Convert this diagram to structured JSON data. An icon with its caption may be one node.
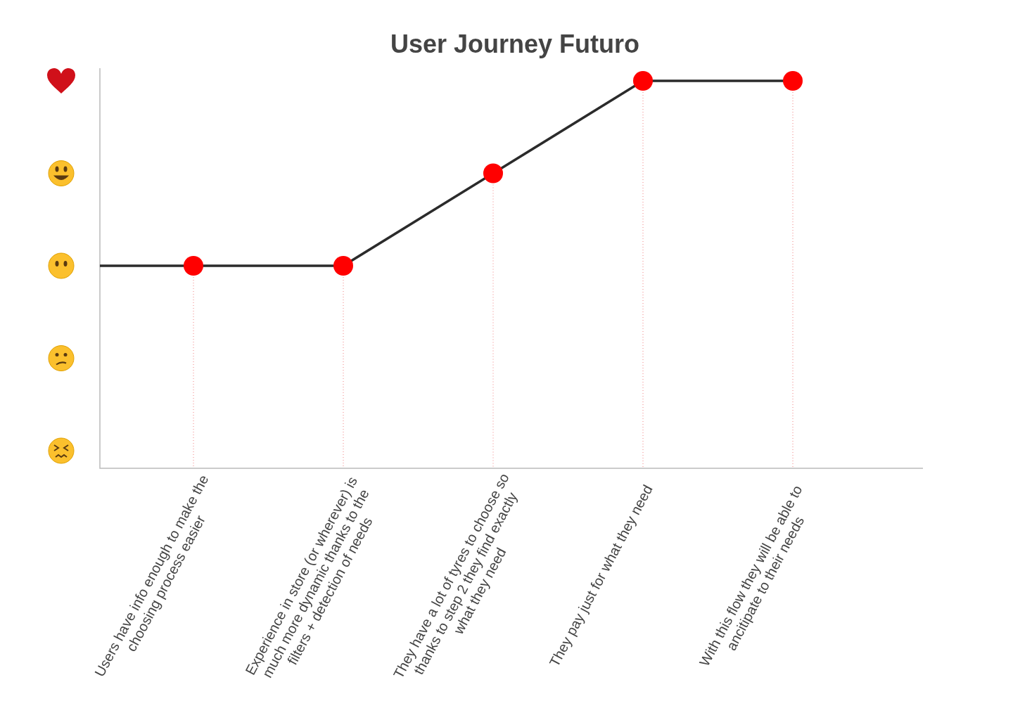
{
  "diagram": {
    "title": "User Journey Futuro",
    "labels": [
      "Users have info enough to make the choosing process easier",
      "Experience in store (or wherever) is much more dynamic thanks to the filters + detection of needs",
      "They have a lot of tyres to choose so thanks to step 2 they find exactly what they need",
      "They pay just for what they need",
      "With this flow they will be able to ancitipate to their needs"
    ]
  }
}
